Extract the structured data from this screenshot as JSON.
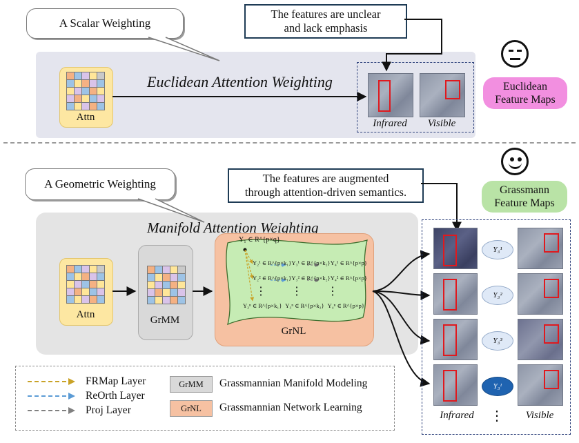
{
  "colors": {
    "panel_top": "#e4e5ee",
    "panel_bottom": "#e4e4e4",
    "attn_box": "#fde7a2",
    "grmm_box": "#d9d9d9",
    "grnl_box": "#f6c1a2",
    "euclid_tag": "#f28fe0",
    "grass_tag": "#b9e3a6",
    "highlight_red": "#e0191e",
    "note_border": "#1e3b55",
    "frmap_arrow": "#c9a227",
    "reorth_arrow": "#5b9bd5",
    "proj_arrow": "#808080"
  },
  "top": {
    "callout": "A Scalar Weighting",
    "note": "The features are unclear\nand lack emphasis",
    "title": "Euclidean Attention Weighting",
    "attn_label": "Attn",
    "infrared_label": "Infrared",
    "visible_label": "Visible",
    "tag": "Euclidean\nFeature Maps",
    "face_icon": "neutral-face-icon"
  },
  "bottom": {
    "callout": "A Geometric Weighting",
    "note": "The features are augmented\nthrough attention-driven semantics.",
    "title": "Manifold Attention Weighting",
    "attn_label": "Attn",
    "grmm_label": "GrMM",
    "grnl_label": "GrNL",
    "y1_label": "Y₁ ∈ R^{p×q}",
    "manifold_rows": [
      [
        "Y₂¹ ∈ R^{p×k₁}",
        "Y₃¹ ∈ R^{p×k₂}",
        "Y₄¹ ∈ R^{p×p}"
      ],
      [
        "Y₂² ∈ R^{p×k₁}",
        "Y₃² ∈ R^{p×k₂}",
        "Y₄² ∈ R^{p×p}"
      ],
      [
        "Y₂ⁿ ∈ R^{p×k₁}",
        "Y₃ⁿ ∈ R^{p×k₂}",
        "Y₄ⁿ ∈ R^{p×p}"
      ]
    ],
    "tag": "Grassmann\nFeature Maps",
    "y_labels": [
      "Y₃¹",
      "Y₃²",
      "Y₃³",
      "Y₃ᴵ"
    ],
    "infrared_label": "Infrared",
    "visible_label": "Visible",
    "dots": "⋮",
    "face_icon": "smiling-face-icon"
  },
  "legend": {
    "frmap": "FRMap Layer",
    "reorth": "ReOrth Layer",
    "proj": "Proj Layer",
    "grmm_chip": "GrMM",
    "grmm_text": "Grassmannian Manifold Modeling",
    "grnl_chip": "GrNL",
    "grnl_text": "Grassmannian Network Learning"
  },
  "attn_grid": [
    [
      "#f4b183",
      "#9dc3e6",
      "#d9c3e9",
      "#ffe699",
      "#c9c9c9"
    ],
    [
      "#9dc3e6",
      "#ffe699",
      "#f4b183",
      "#d9c3e9",
      "#9dc3e6"
    ],
    [
      "#ffe699",
      "#d9c3e9",
      "#9dc3e6",
      "#f4b183",
      "#ffe699"
    ],
    [
      "#d9c3e9",
      "#f4b183",
      "#ffe699",
      "#9dc3e6",
      "#d9c3e9"
    ],
    [
      "#9dc3e6",
      "#ffe699",
      "#d9c3e9",
      "#f4b183",
      "#9dc3e6"
    ]
  ]
}
